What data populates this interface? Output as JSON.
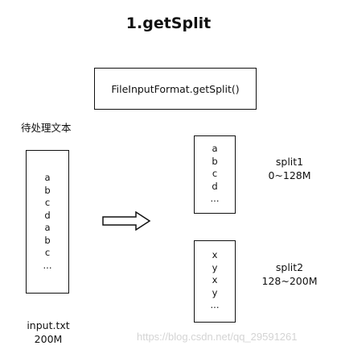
{
  "title": "1.getSplit",
  "function_box": {
    "label": "FileInputFormat.getSplit()"
  },
  "input": {
    "caption": "待处理文本",
    "lines": [
      "a",
      "b",
      "c",
      "d",
      "a",
      "b",
      "c",
      "..."
    ],
    "file_name": "input.txt",
    "file_size": "200M"
  },
  "splits": [
    {
      "lines": [
        "a",
        "b",
        "c",
        "d",
        "..."
      ],
      "name": "split1",
      "range": "0~128M"
    },
    {
      "lines": [
        "x",
        "y",
        "x",
        "y",
        "..."
      ],
      "name": "split2",
      "range": "128~200M"
    }
  ],
  "watermark": "https://blog.csdn.net/qq_29591261"
}
